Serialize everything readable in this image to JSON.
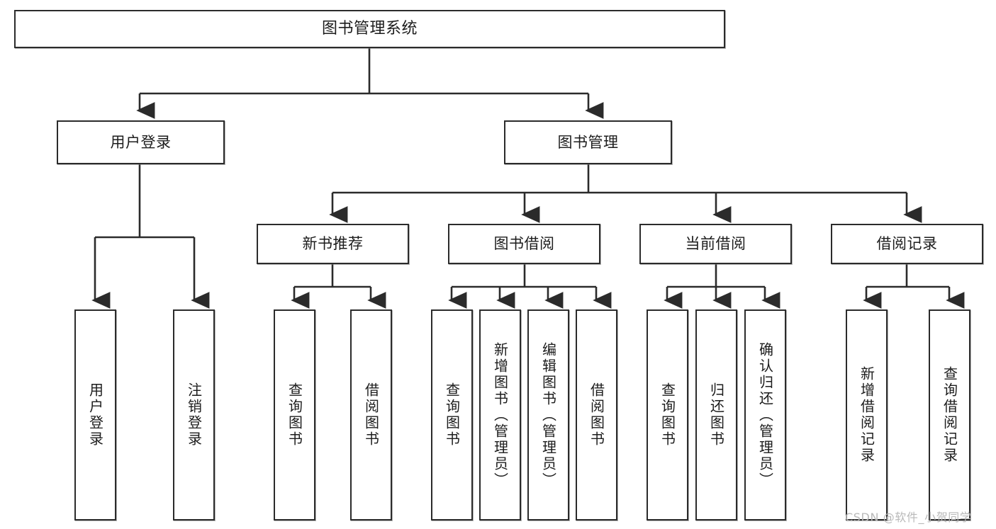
{
  "diagram": {
    "title": "图书管理系统",
    "type": "hierarchy-tree",
    "watermark": "CSDN @软件_小贺同学",
    "colors": {
      "box_border": "#2b2b2b",
      "box_fill": "#ffffff",
      "connector": "#2b2b2b",
      "text": "#1c1c1c",
      "watermark": "#b9b9b9"
    },
    "levels": {
      "level1": [
        "图书管理系统"
      ],
      "level2": [
        "用户登录",
        "图书管理"
      ],
      "level3": [
        "新书推荐",
        "图书借阅",
        "当前借阅",
        "借阅记录"
      ],
      "level4": [
        "用户登录",
        "注销登录",
        "查询图书",
        "借阅图书",
        "查询图书",
        "新增图书（管理员）",
        "编辑图书（管理员）",
        "借阅图书",
        "查询图书",
        "归还图书",
        "确认归还（管理员）",
        "新增借阅记录",
        "查询借阅记录"
      ]
    },
    "nodes": {
      "root": {
        "label": "图书管理系统"
      },
      "user_login": {
        "label": "用户登录"
      },
      "book_manage": {
        "label": "图书管理"
      },
      "new_book_rec": {
        "label": "新书推荐"
      },
      "book_borrow": {
        "label": "图书借阅"
      },
      "current_borrow": {
        "label": "当前借阅"
      },
      "borrow_record": {
        "label": "借阅记录"
      },
      "leaf_user_login": {
        "label": "用户登录"
      },
      "leaf_logout": {
        "label": "注销登录"
      },
      "leaf_query_book_1": {
        "label": "查询图书"
      },
      "leaf_borrow_book_1": {
        "label": "借阅图书"
      },
      "leaf_query_book_2": {
        "label": "查询图书"
      },
      "leaf_add_book": {
        "label": "新增图书（管理员）"
      },
      "leaf_edit_book": {
        "label": "编辑图书（管理员）"
      },
      "leaf_borrow_book_2": {
        "label": "借阅图书"
      },
      "leaf_query_book_3": {
        "label": "查询图书"
      },
      "leaf_return_book": {
        "label": "归还图书"
      },
      "leaf_confirm_return": {
        "label": "确认归还（管理员）"
      },
      "leaf_add_record": {
        "label": "新增借阅记录"
      },
      "leaf_query_record": {
        "label": "查询借阅记录"
      }
    }
  }
}
